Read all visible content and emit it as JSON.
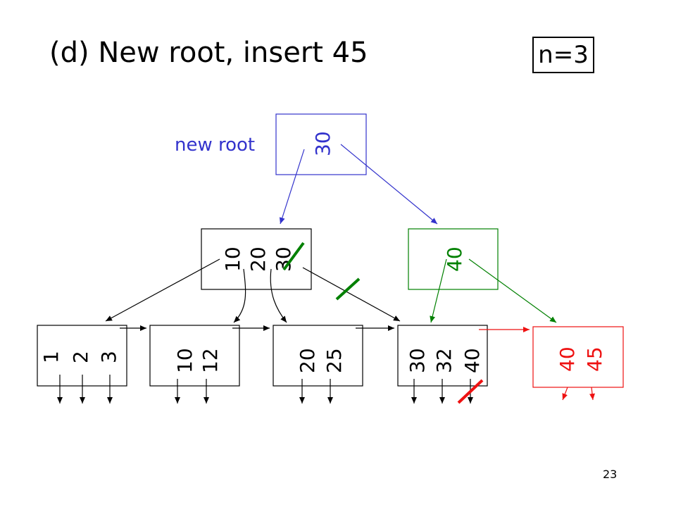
{
  "slide": {
    "title": "(d) New root,  insert 45",
    "n_label": "n=3",
    "page_number": "23"
  },
  "colors": {
    "root": "#3333cc",
    "green_node": "#008000",
    "red_node": "#ee1111",
    "black": "#000000"
  },
  "diagram": {
    "root_label": "new root",
    "nodes": {
      "root": {
        "keys": [
          "30"
        ]
      },
      "internal_left": {
        "keys": [
          "10",
          "20",
          "30"
        ]
      },
      "internal_right": {
        "keys": [
          "40"
        ]
      },
      "leaf_1": {
        "keys": [
          "1",
          "2",
          "3"
        ]
      },
      "leaf_2": {
        "keys": [
          "10",
          "12"
        ]
      },
      "leaf_3": {
        "keys": [
          "20",
          "25"
        ]
      },
      "leaf_4": {
        "keys": [
          "30",
          "32",
          "40"
        ]
      },
      "leaf_5": {
        "keys": [
          "40",
          "45"
        ]
      }
    }
  }
}
